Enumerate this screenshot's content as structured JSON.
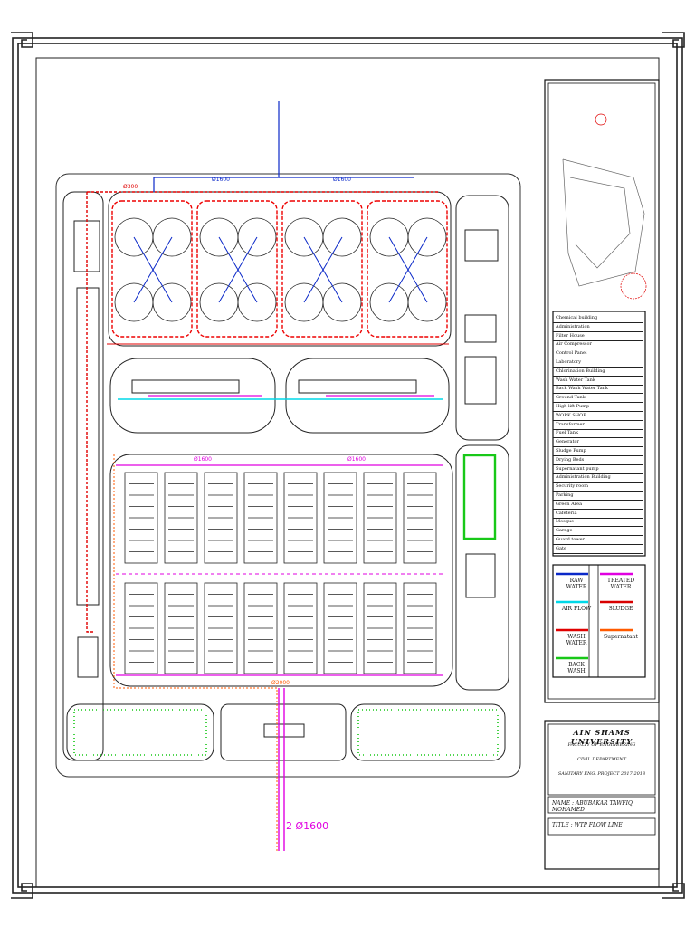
{
  "drawing": {
    "pipe_labels": {
      "inlet_top": "Ø1600",
      "top_main": "Ø1600",
      "left_red": "Ø300",
      "filter_header_left": "Ø1600",
      "filter_header_right": "Ø1600",
      "bottom_red": "Ø2000",
      "outlet_main": "2 Ø1600"
    }
  },
  "legend": {
    "rows": [
      "Chemical building",
      "Administration",
      "Filter House",
      "Air Compressor",
      "Control Panel",
      "Laboratory",
      "Chlorination Building",
      "Wash Water Tank",
      "Back Wash Water Tank",
      "Ground Tank",
      "High lift Pump",
      "WORK SHOP",
      "Transformer",
      "Fuel Tank",
      "Generator",
      "Sludge Pump",
      "Drying Beds",
      "Supernatant pump",
      "Administration Building",
      "Security room",
      "Parking",
      "Green Area",
      "Cafeteria",
      "Mosque",
      "Garage",
      "Guard tower",
      "Gate"
    ]
  },
  "key": {
    "items": [
      {
        "label": "RAW WATER",
        "color": "#0a28c8"
      },
      {
        "label": "TREATED WATER",
        "color": "#e000e0"
      },
      {
        "label": "AIR FLOW",
        "color": "#00d8e8"
      },
      {
        "label": "SLUDGE",
        "color": "#d80000"
      },
      {
        "label": "WASH WATER",
        "color": "#e00000"
      },
      {
        "label": "Supernatant",
        "color": "#ff5a00"
      },
      {
        "label": "BACK WASH",
        "color": "#18c818"
      }
    ]
  },
  "title_block": {
    "university": "AIN SHAMS UNIVERSITY",
    "faculty": "FACULTY OF ENGINEERING",
    "department": "CIVIL DEPARTMENT",
    "project": "SANITARY ENG. PROJECT 2017-2018",
    "name": "NAME : ABUBAKAR TAWFIQ MOHAMED",
    "title": "TITLE : WTP FLOW LINE"
  }
}
